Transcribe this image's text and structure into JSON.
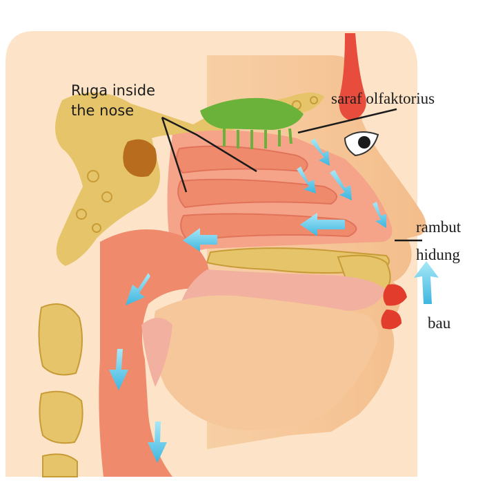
{
  "labels": {
    "ruga_line1": "Ruga inside",
    "ruga_line2": "the nose",
    "saraf": "saraf olfaktorius",
    "rambut": "rambut",
    "hidung": "hidung",
    "bau": "bau"
  },
  "icons": {
    "airflow": "airflow-arrow-icon",
    "smell": "smell-arrow-icon"
  },
  "colors": {
    "skin": "#f6c79a",
    "background_panel": "#fde4c8",
    "mucosa": "#ef8b6c",
    "cartilage": "#f2b0a0",
    "bone": "#e6c46a",
    "bone_dark": "#c79b36",
    "olfactory_nerve": "#6ab23a",
    "brain_tip": "#e74c3c",
    "airflow": "#5ec8e8",
    "lips": "#e23c2c",
    "label_text": "#1b1b1b"
  }
}
